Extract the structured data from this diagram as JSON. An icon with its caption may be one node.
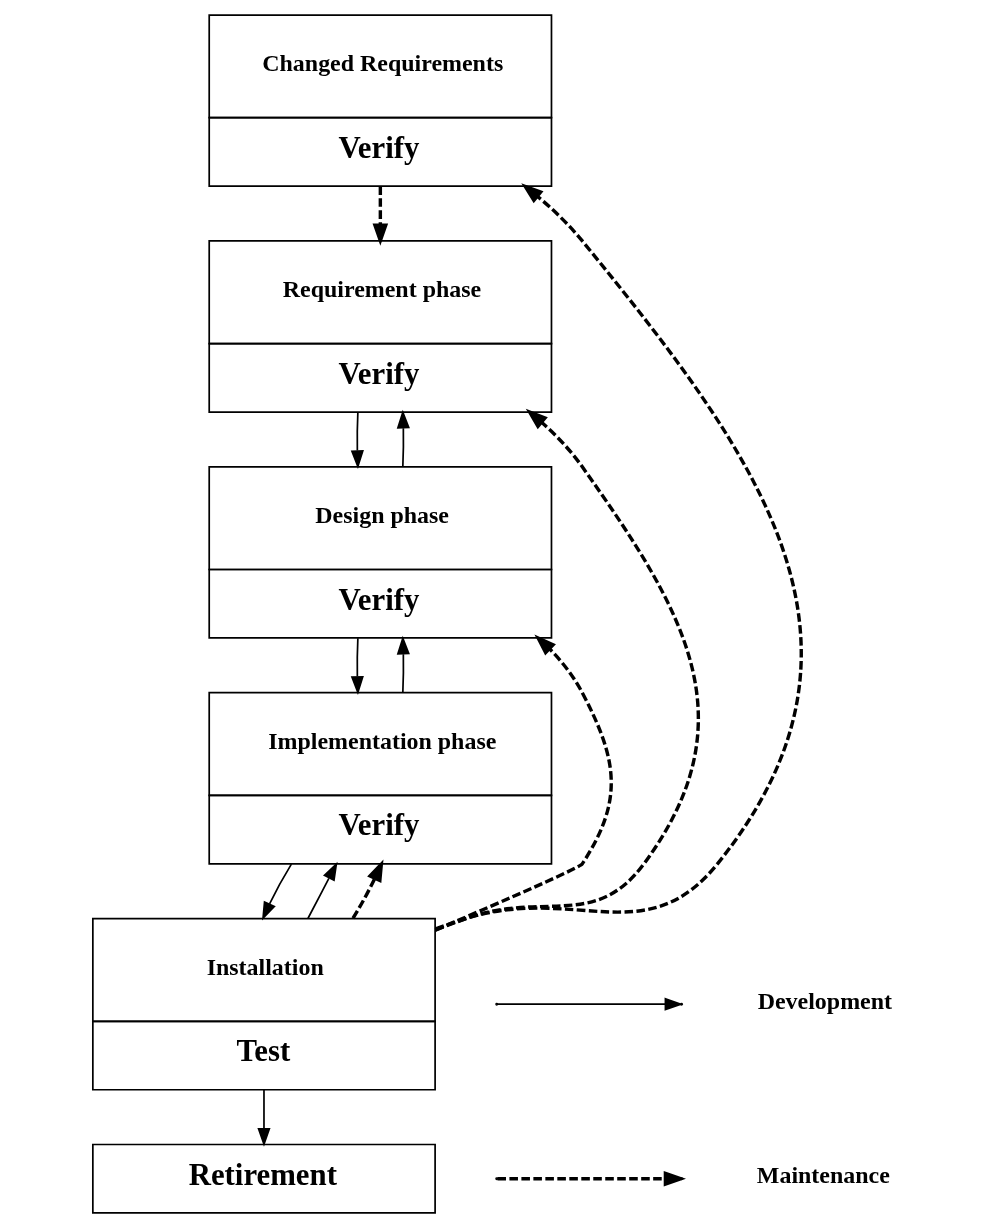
{
  "diagram": {
    "nodes": [
      {
        "text": [
          "Changed Requirements",
          "Verify"
        ]
      },
      {
        "text": [
          "Requirement phase",
          "Verify"
        ]
      },
      {
        "text": [
          "Design phase",
          "Verify"
        ]
      },
      {
        "text": [
          "Implementation phase",
          "Verify"
        ]
      },
      {
        "text": [
          "Installation",
          "Test"
        ]
      },
      {
        "text": [
          "Retirement"
        ]
      }
    ],
    "edges": [
      {
        "from": 0,
        "to": 1,
        "arrow": "to",
        "style": "dashed"
      },
      {
        "from": 1,
        "to": 2,
        "arrow": "to"
      },
      {
        "from": 2,
        "to": 1,
        "arrow": "to"
      },
      {
        "from": 2,
        "to": 3,
        "arrow": "to"
      },
      {
        "from": 3,
        "to": 2,
        "arrow": "to"
      },
      {
        "from": 3,
        "to": 4,
        "arrow": "to"
      },
      {
        "from": 4,
        "to": 3,
        "arrow": "to"
      },
      {
        "from": 4,
        "to": 5,
        "arrow": "to"
      },
      {
        "from": 4,
        "to": 3,
        "arrow": "to",
        "style": "dashed"
      },
      {
        "from": 4,
        "to": 2,
        "arrow": "to",
        "style": "dashed"
      },
      {
        "from": 4,
        "to": 1,
        "arrow": "to",
        "style": "dashed"
      },
      {
        "from": 4,
        "to": 0,
        "arrow": "to",
        "style": "dashed"
      }
    ],
    "legend": [
      {
        "text": "Development"
      },
      {
        "text": "Maintenance"
      }
    ]
  }
}
